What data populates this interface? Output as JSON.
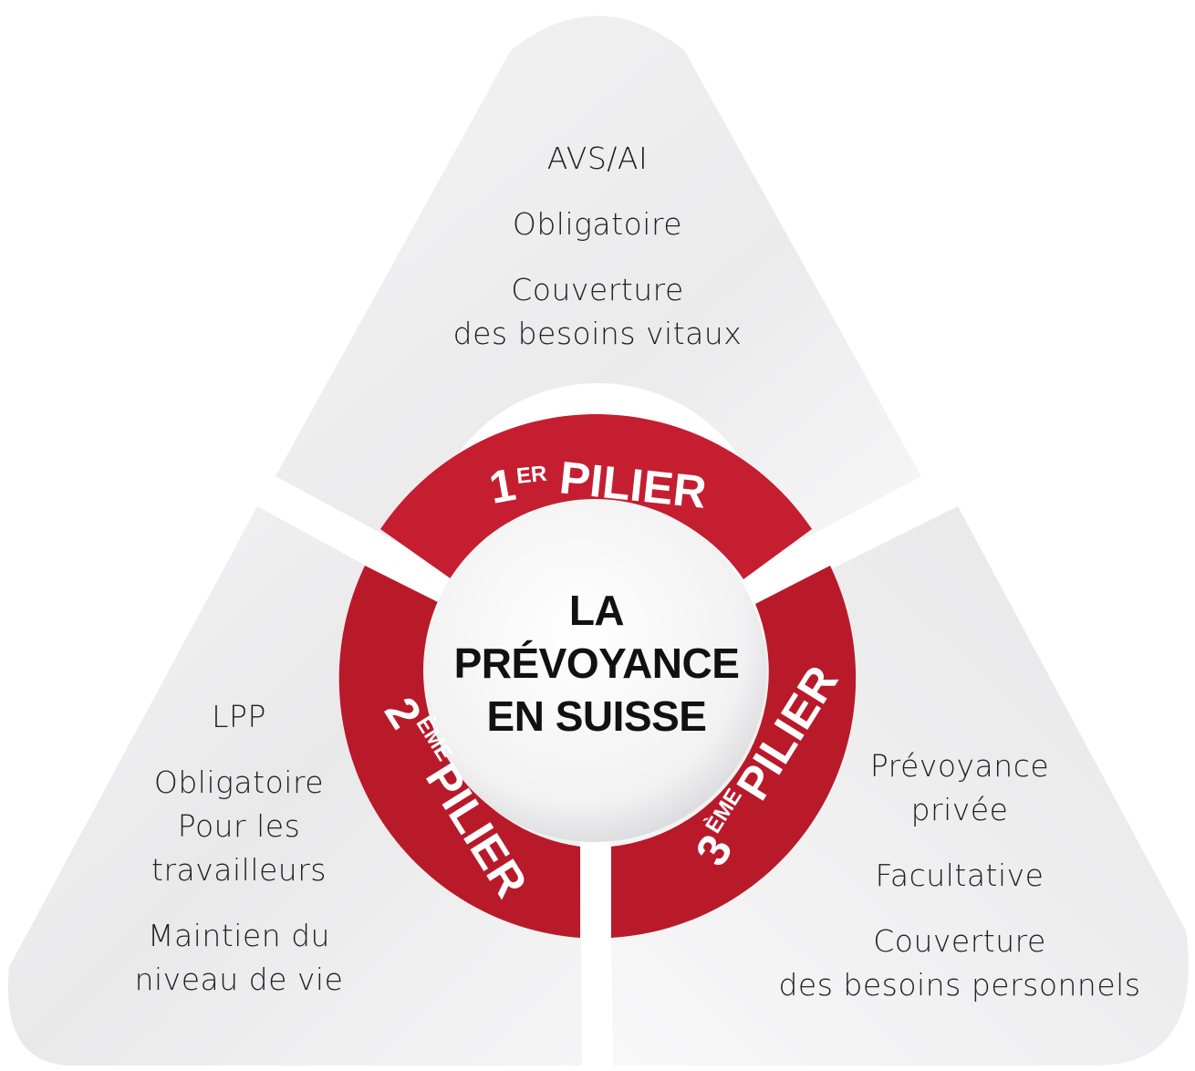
{
  "center": {
    "line1": "LA",
    "line2": "PRÉVOYANCE",
    "line3": "EN SUISSE"
  },
  "pillars": {
    "first": {
      "num": "1",
      "sup": "ER",
      "word": "PILIER"
    },
    "second": {
      "num": "2",
      "sup": "ÈME",
      "word": "PILIER"
    },
    "third": {
      "num": "3",
      "sup": "ÈME",
      "word": "PILIER"
    }
  },
  "top_panel": {
    "line1": "AVS/AI",
    "line2": "Obligatoire",
    "line3a": "Couverture",
    "line3b": "des besoins vitaux"
  },
  "left_panel": {
    "line1": "LPP",
    "line2a": "Obligatoire",
    "line2b": "Pour les",
    "line2c": "travailleurs",
    "line3a": "Maintien du",
    "line3b": "niveau de vie"
  },
  "right_panel": {
    "line1a": "Prévoyance",
    "line1b": "privée",
    "line2": "Facultative",
    "line3a": "Couverture",
    "line3b": "des besoins personnels"
  },
  "colors": {
    "ring_red": "#c41e30",
    "ring_red_dark": "#a5161f",
    "panel_grey": "#ececed",
    "panel_grey_light": "#f6f6f7",
    "text_dark": "#222222"
  }
}
